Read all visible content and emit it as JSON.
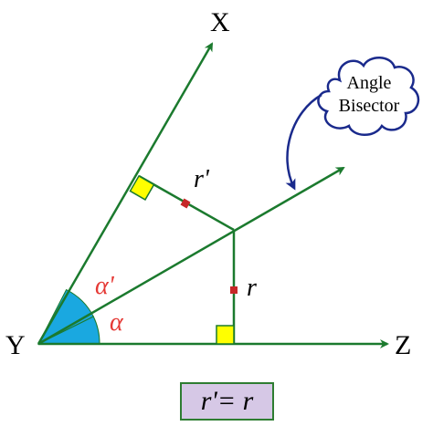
{
  "points": {
    "vertex": "Y",
    "ray_upper": "X",
    "ray_lower": "Z"
  },
  "segments": {
    "upper_perpendicular": "r'",
    "lower_perpendicular": "r"
  },
  "angles": {
    "upper_half": "α'",
    "lower_half": "α"
  },
  "callout": {
    "line1": "Angle",
    "line2": "Bisector"
  },
  "result": "r'= r",
  "colors": {
    "lines": "#1b7a2e",
    "angle_fill": "#1aa8e0",
    "right_angle_marker": "#ffff00",
    "tick_marker": "#c62828",
    "angle_labels": "#e53935",
    "arrow": "#1a2a8c",
    "result_fill": "#d6c8e6"
  }
}
